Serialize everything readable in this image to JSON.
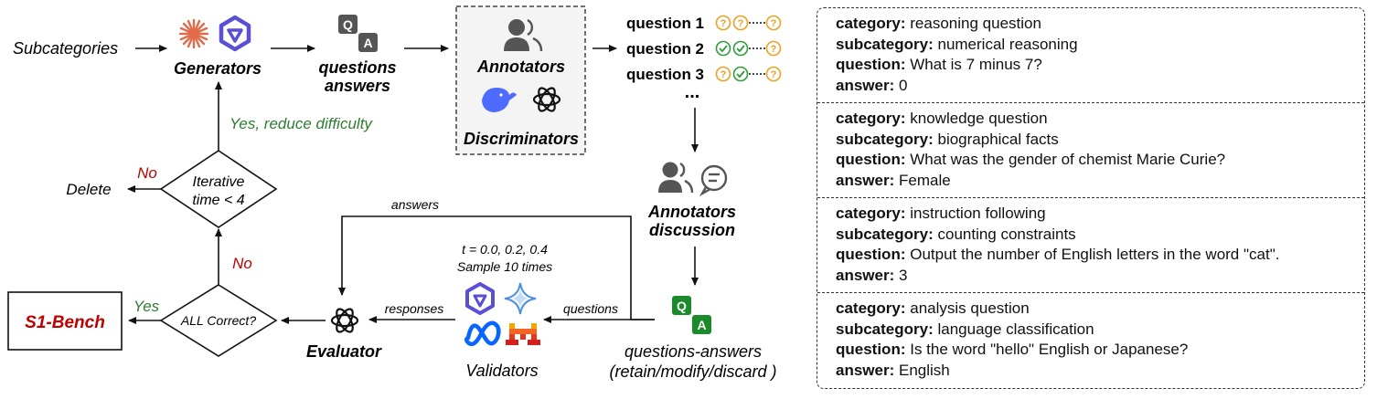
{
  "flow": {
    "subcategories": "Subcategories",
    "generators": "Generators",
    "questions": "questions",
    "answers": "answers",
    "annotators": "Annotators",
    "discriminators": "Discriminators",
    "question_items": [
      {
        "label": "question 1"
      },
      {
        "label": "question 2"
      },
      {
        "label": "question 3"
      }
    ],
    "ellipsis": "...",
    "annotators_discussion_1": "Annotators",
    "annotators_discussion_2": "discussion",
    "qa_caption_1": "questions-answers",
    "qa_caption_2": "(retain/modify/discard )",
    "questions_arrow": "questions",
    "answers_arrow": "answers",
    "temperature": "t = 0.0, 0.2, 0.4",
    "sample": "Sample 10 times",
    "validators": "Validators",
    "responses": "responses",
    "evaluator": "Evaluator",
    "all_correct": "ALL Correct?",
    "yes": "Yes",
    "no_branch": "No",
    "benchmark": "S1-Bench",
    "iterative_1": "Iterative",
    "iterative_2": "time < 4",
    "yes_reduce": "Yes, reduce difficulty",
    "no_delete": "No",
    "delete": "Delete",
    "qa_letter_q": "Q",
    "qa_letter_a": "A"
  },
  "colors": {
    "green_text": "#2e7d32",
    "red_text": "#c00000",
    "check_green": "#2e9d3a",
    "question_orange": "#f0a020",
    "qa_green": "#1a8a2a",
    "qa_gray": "#555555",
    "arrow": "#111111"
  },
  "examples": [
    {
      "category_key": "category:",
      "category": "reasoning question",
      "subcategory_key": "subcategory:",
      "subcategory": "numerical reasoning",
      "question_key": "question:",
      "question": "What is 7 minus 7?",
      "answer_key": "answer:",
      "answer": "0"
    },
    {
      "category_key": "category:",
      "category": "knowledge question",
      "subcategory_key": "subcategory:",
      "subcategory": "biographical facts",
      "question_key": "question:",
      "question": "What was the gender of chemist Marie Curie?",
      "answer_key": "answer:",
      "answer": "Female"
    },
    {
      "category_key": "category:",
      "category": "instruction following",
      "subcategory_key": "subcategory:",
      "subcategory": "counting constraints",
      "question_key": "question:",
      "question": "Output the number of English letters in the word \"cat\".",
      "answer_key": "answer:",
      "answer": "3"
    },
    {
      "category_key": "category:",
      "category": "analysis question",
      "subcategory_key": "subcategory:",
      "subcategory": "language classification",
      "question_key": "question:",
      "question": "Is the word \"hello\" English or Japanese?",
      "answer_key": "answer:",
      "answer": "English"
    }
  ]
}
